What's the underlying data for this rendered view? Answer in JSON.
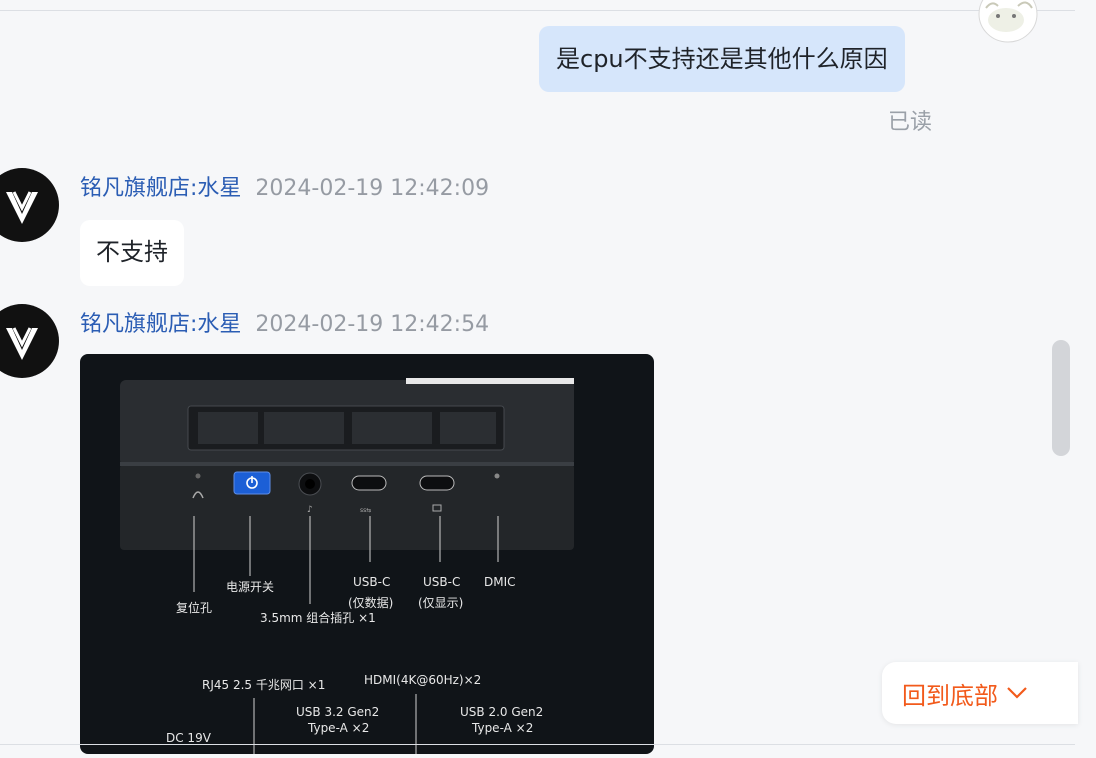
{
  "my_message": {
    "text": "是cpu不支持还是其他什么原因",
    "status": "已读"
  },
  "messages": [
    {
      "sender": "铭凡旗舰店:水星",
      "time": "2024-02-19 12:42:09",
      "text": "不支持"
    },
    {
      "sender": "铭凡旗舰店:水星",
      "time": "2024-02-19 12:42:54"
    }
  ],
  "product_image": {
    "labels": {
      "reset": "复位孔",
      "power": "电源开关",
      "audio": "3.5mm 组合插孔 ×1",
      "usbc1": "USB-C",
      "usbc1_sub": "(仅数据)",
      "usbc2": "USB-C",
      "usbc2_sub": "(仅显示)",
      "dmic": "DMIC",
      "rj45": "RJ45 2.5 千兆网口 ×1",
      "hdmi": "HDMI(4K@60Hz)×2",
      "usb32": "USB 3.2 Gen2",
      "usb32_sub": "Type-A ×2",
      "usb20": "USB 2.0 Gen2",
      "usb20_sub": "Type-A ×2",
      "dc": "DC 19V"
    }
  },
  "back_to_bottom": {
    "label": "回到底部"
  },
  "icons": [
    "user-avatar-icon",
    "shop-logo-icon",
    "power-icon",
    "chevron-down-icon"
  ],
  "colors": {
    "accent": "#f25a1b",
    "sender": "#2b5db4",
    "my_bubble": "#d6e6fb"
  }
}
